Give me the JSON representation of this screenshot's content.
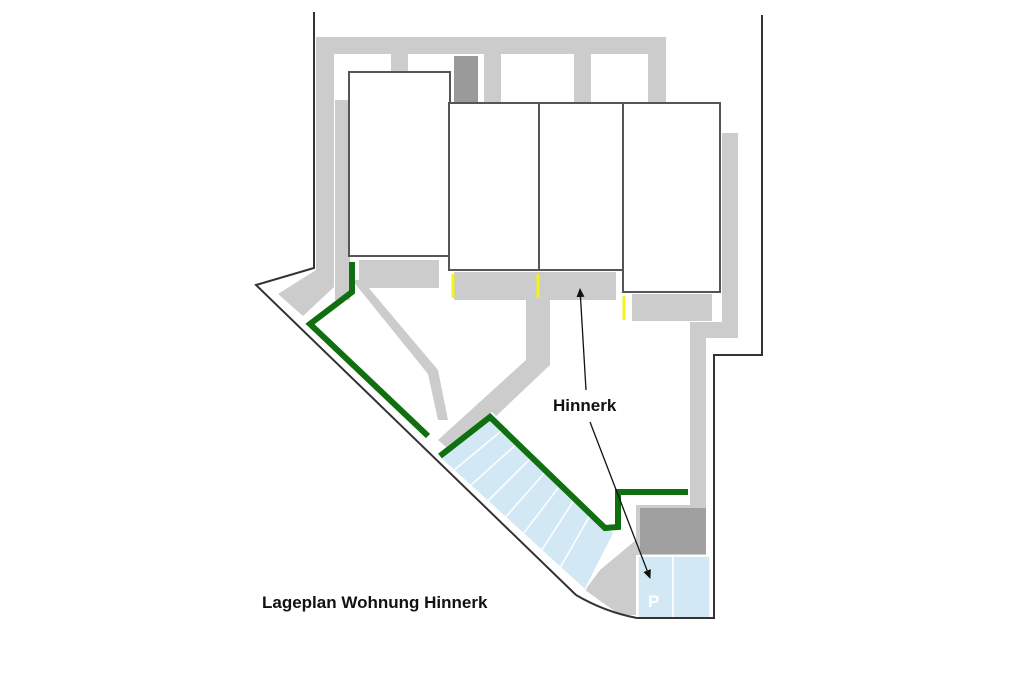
{
  "map": {
    "title": "Lageplan Wohnung Hinnerk",
    "pointer_label": "Hinnerk",
    "parking_symbol": "P",
    "legend_colors": {
      "paths": "#cccccc",
      "buildings": "#ffffff",
      "hedges": "#107010",
      "parking_spaces": "#d3e8f5",
      "garage": "#a0a0a0",
      "entrances": "#f2f21e",
      "outline": "#333333"
    }
  }
}
